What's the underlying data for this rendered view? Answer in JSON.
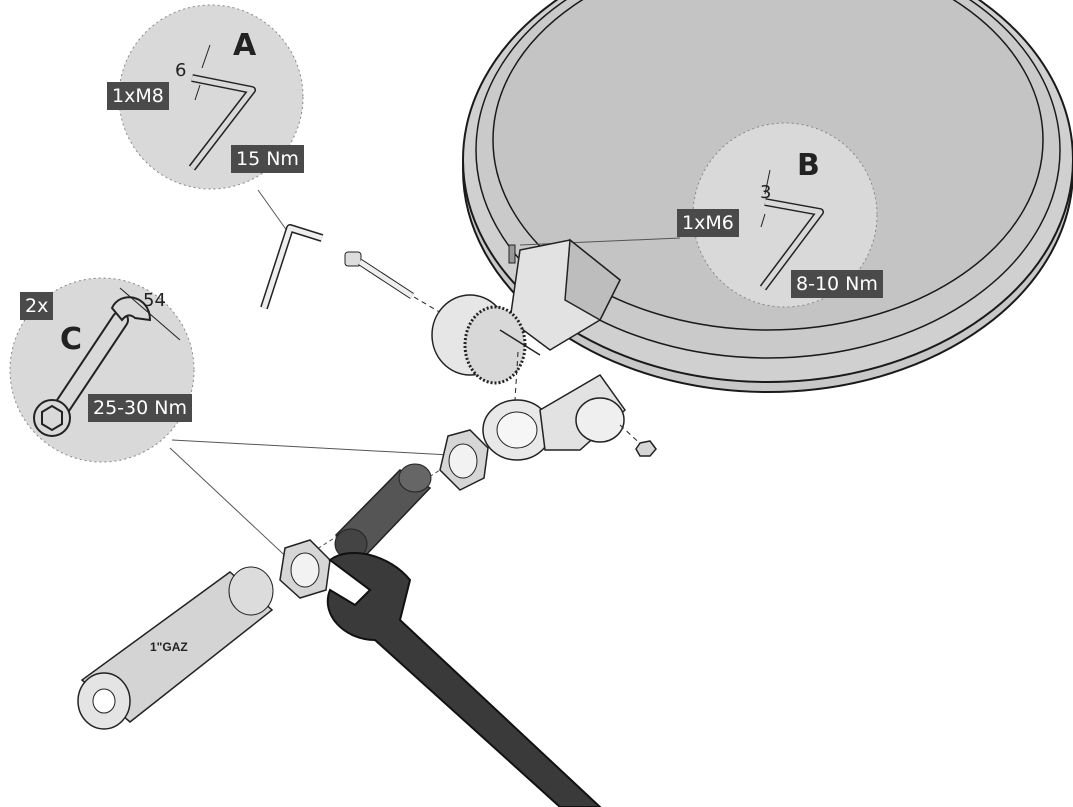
{
  "detail_a": {
    "letter": "A",
    "thickness": "6",
    "bolt": "1xM8",
    "torque": "15 Nm"
  },
  "detail_b": {
    "letter": "B",
    "thickness": "3",
    "bolt": "1xM6",
    "torque": "8-10 Nm"
  },
  "detail_c": {
    "letter": "C",
    "quantity": "2x",
    "size": "54",
    "torque": "25-30 Nm"
  },
  "pipe": {
    "label": "1\"GAZ"
  },
  "colors": {
    "detail_circle": "#d9d9d9",
    "label_bg": "#4a4a4a",
    "tank": "#cfcfcf",
    "wrench": "#333333",
    "pipe": "#d4d4d4",
    "sleeve": "#555555"
  }
}
